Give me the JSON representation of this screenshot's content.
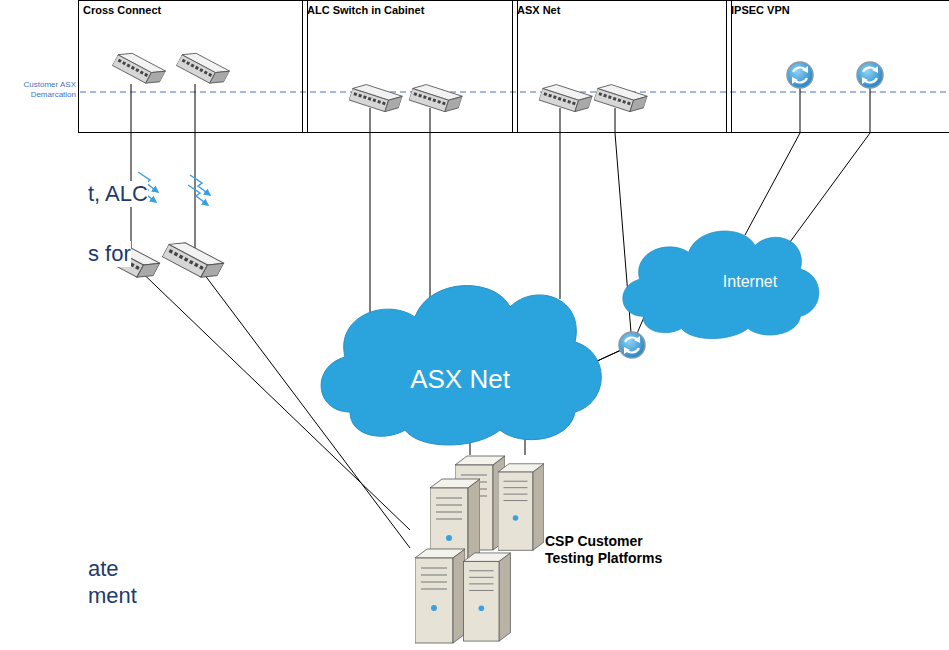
{
  "diagram": {
    "nodes": [
      {
        "text": [
          "Cross Connect"
        ]
      },
      {
        "text": [
          "ALC Switch in Cabinet"
        ]
      },
      {
        "text": [
          "ASX Net"
        ]
      },
      {
        "text": [
          "IPSEC VPN"
        ]
      },
      {
        "text": [
          "ASX Net"
        ]
      },
      {
        "text": [
          "Internet"
        ]
      },
      {
        "text": [
          "CSP Customer Testing Platforms"
        ]
      }
    ],
    "edges": [
      {
        "from": 0,
        "to": 6,
        "arrow": "none"
      },
      {
        "from": 0,
        "to": 6,
        "arrow": "none"
      },
      {
        "from": 1,
        "to": 4,
        "arrow": "none"
      },
      {
        "from": 1,
        "to": 4,
        "arrow": "none"
      },
      {
        "from": 2,
        "to": 4,
        "arrow": "none"
      },
      {
        "from": 2,
        "to": 4,
        "arrow": "none"
      },
      {
        "from": 3,
        "to": 5,
        "arrow": "none"
      },
      {
        "from": 3,
        "to": 5,
        "arrow": "none"
      },
      {
        "from": 5,
        "to": 4,
        "arrow": "none"
      },
      {
        "from": 4,
        "to": 6,
        "arrow": "none"
      },
      {
        "from": 4,
        "to": 6,
        "arrow": "none"
      }
    ],
    "labels": [
      "Customer ASX Demarcation",
      "t, ALC",
      "s for",
      "ate",
      "ment"
    ]
  }
}
